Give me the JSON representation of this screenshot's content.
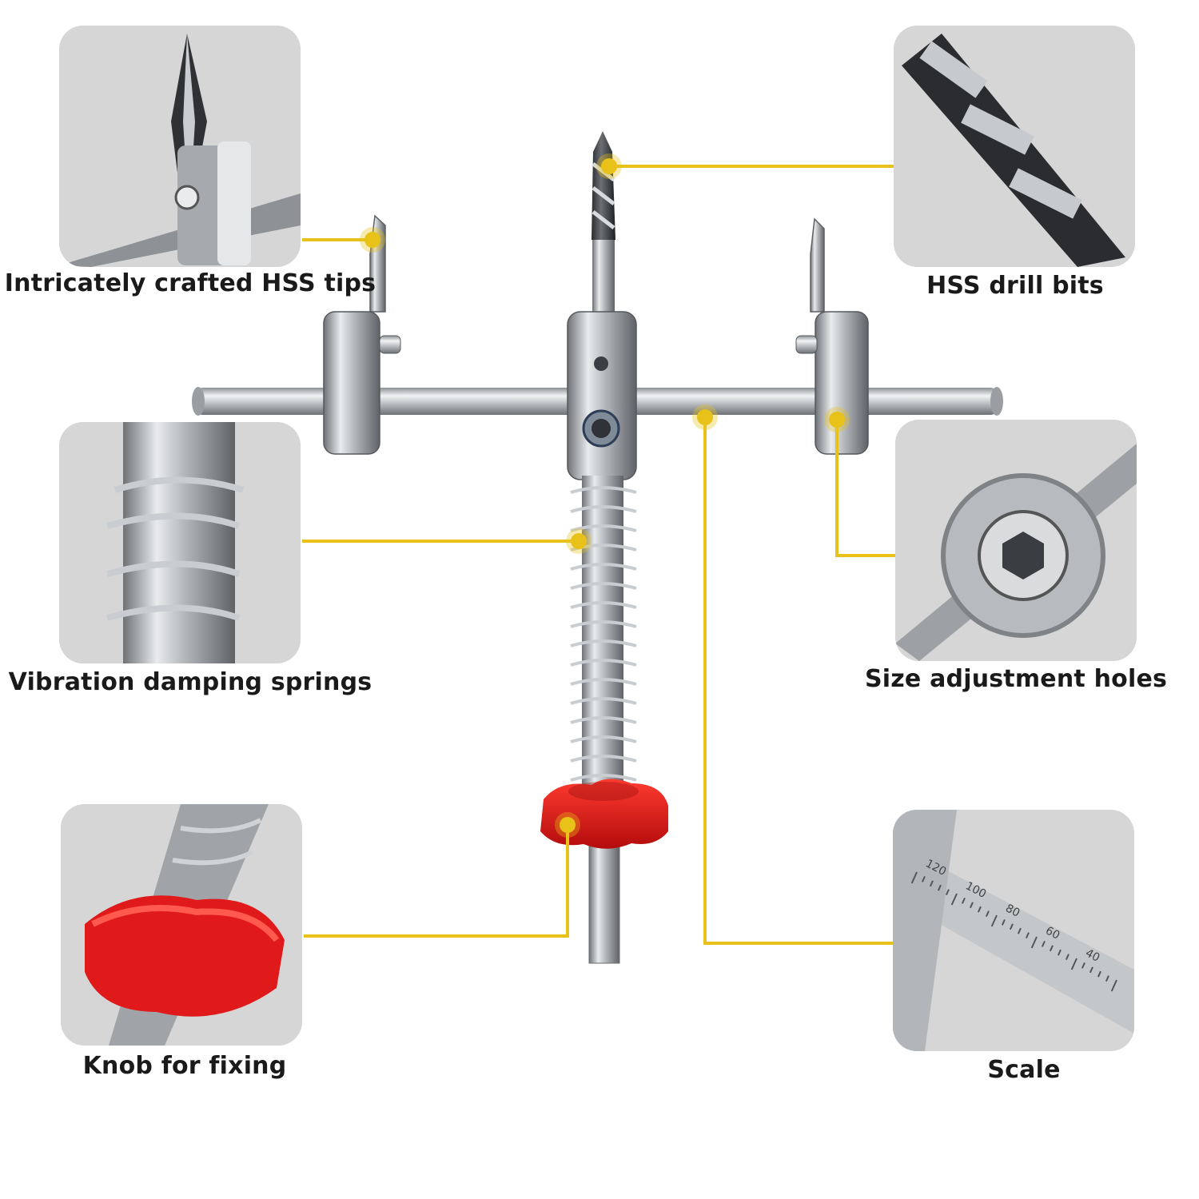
{
  "callouts": [
    {
      "id": "hss-tips",
      "label": "Intricately crafted HSS tips"
    },
    {
      "id": "drill-bits",
      "label": "HSS drill bits"
    },
    {
      "id": "springs",
      "label": "Vibration damping springs"
    },
    {
      "id": "adjust-holes",
      "label": "Size adjustment holes"
    },
    {
      "id": "knob",
      "label": "Knob for fixing"
    },
    {
      "id": "scale",
      "label": "Scale"
    }
  ],
  "scale_ticks": [
    "120",
    "100",
    "80",
    "60",
    "40"
  ],
  "colors": {
    "callout": "#e8c21a",
    "knob": "#e01a1a",
    "steel": "#b8bcc0",
    "panel_bg": "#d9d9d9"
  }
}
